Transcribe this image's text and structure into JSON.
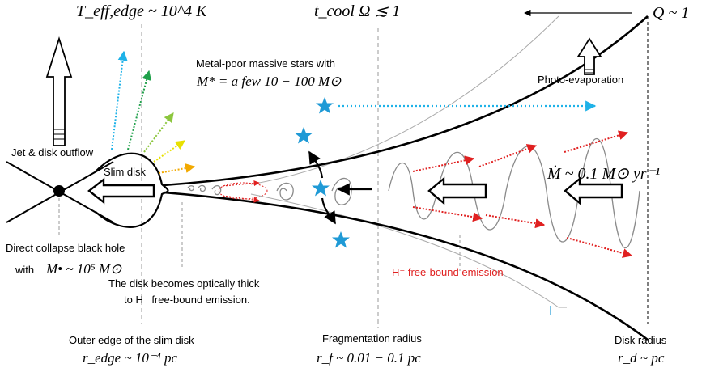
{
  "header": {
    "teff_math": "T_eff,edge ~ 10^4 K",
    "tcool_math": "t_cool Ω ≲ 1",
    "q_math": "Q ~ 1"
  },
  "labels": {
    "stars_line1": "Metal-poor massive stars with",
    "stars_line2": "M* = a few 10 − 100 M⊙",
    "photo_evaporation": "Photo-evaporation",
    "jet_outflow": "Jet & disk outflow",
    "slim_disk": "Slim disk",
    "mdot": "Ṁ ~ 0.1 M⊙ yr⁻¹",
    "dcbh_line1": "Direct collapse black hole",
    "dcbh_line2_prefix": "with",
    "dcbh_line2_math": "M• ~ 10⁵ M⊙",
    "thick_line1": "The disk becomes optically thick",
    "thick_line2": "to H⁻  free-bound emission.",
    "h_minus_emission": "H⁻  free-bound emission",
    "outer_edge": "Outer edge of the slim disk",
    "r_edge": "r_edge ~ 10⁻⁴ pc",
    "frag_radius": "Fragmentation radius",
    "r_f": "r_f ~ 0.01 − 0.1 pc",
    "disk_radius": "Disk radius",
    "r_d": "r_d ~ pc"
  },
  "colors": {
    "cyan": "#1fb2e8",
    "green": "#1fa04a",
    "lightgreen": "#8cc63e",
    "yellow": "#e8e000",
    "orange": "#f2a900",
    "red": "#e02020",
    "star": "#1f9ad6",
    "gray": "#8a8a8a"
  }
}
